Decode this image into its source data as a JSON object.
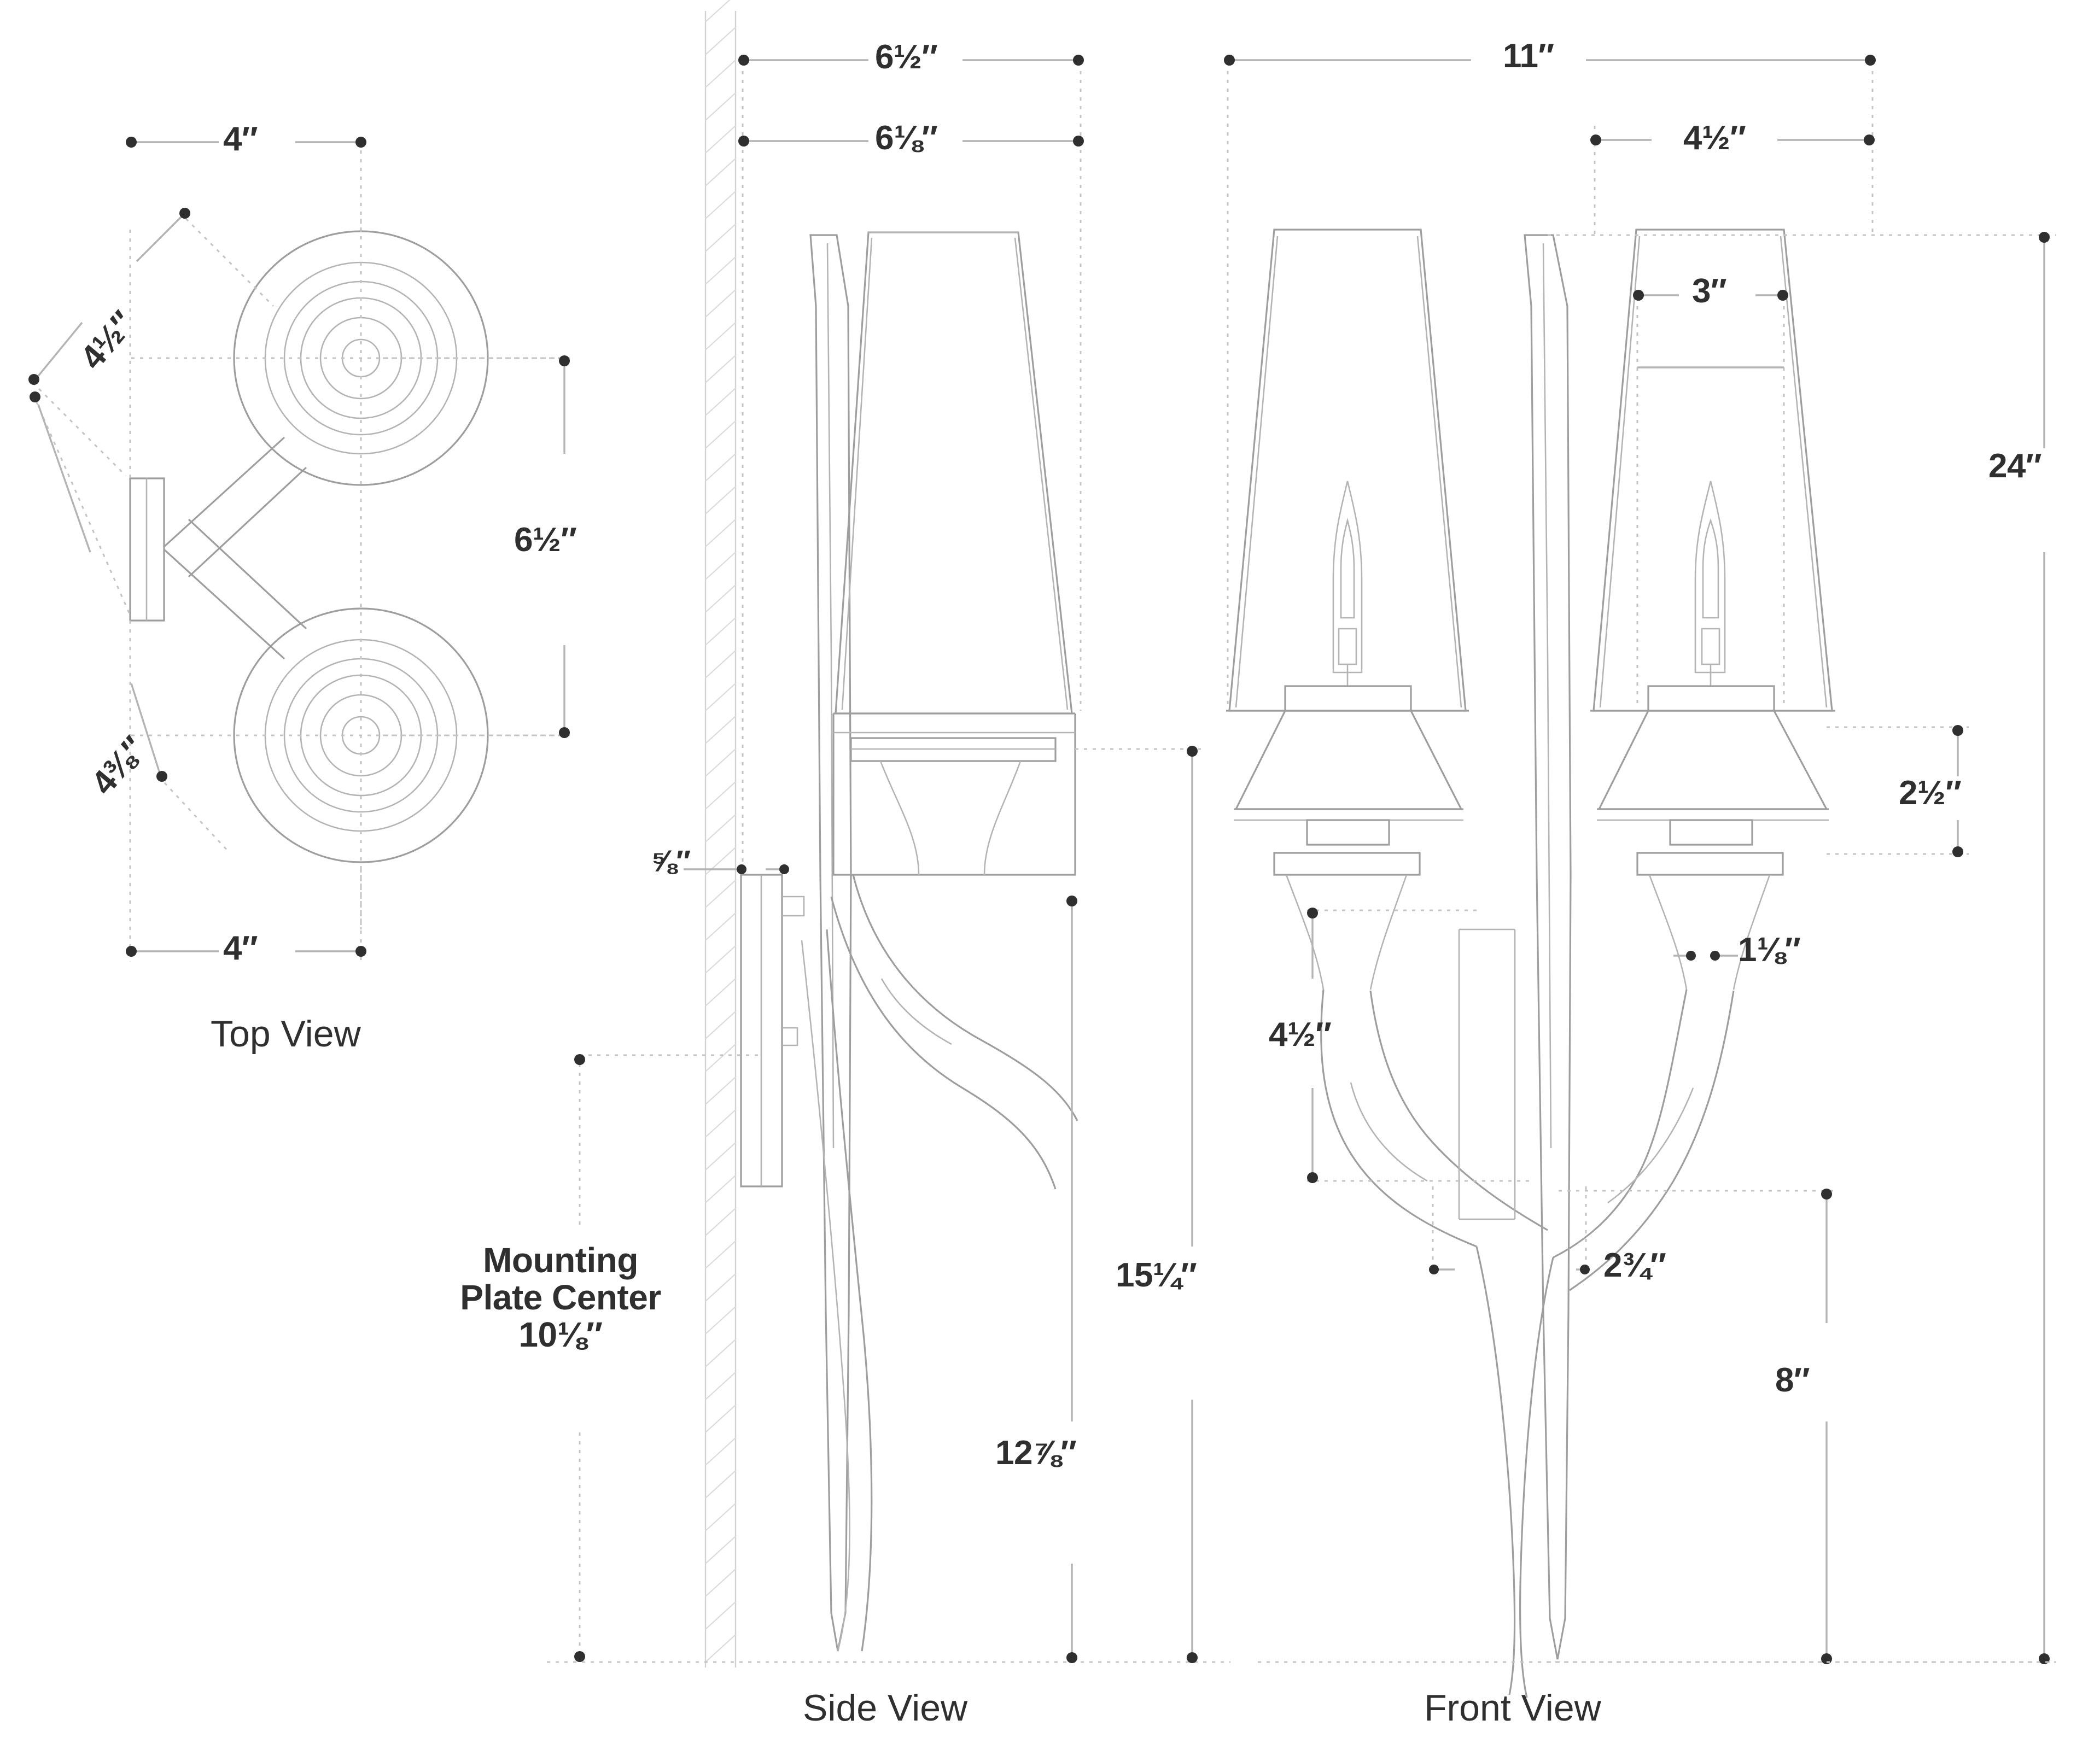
{
  "document": {
    "kind": "product-dimension-drawing",
    "subject": "two-light wall sconce",
    "units": "inches"
  },
  "views": [
    {
      "id": "top",
      "label": "Top View"
    },
    {
      "id": "side",
      "label": "Side View"
    },
    {
      "id": "front",
      "label": "Front View"
    }
  ],
  "labels": {
    "top_view": "Top View",
    "side_view": "Side View",
    "front_view": "Front View",
    "mounting_plate_center": "Mounting\nPlate Center\n10⅛″",
    "mounting_plate_center_line1": "Mounting",
    "mounting_plate_center_line2": "Plate Center",
    "mounting_plate_center_line3": "10⅛″"
  },
  "dimensions": {
    "top": [
      {
        "id": "top-width-upper",
        "text": "4″",
        "view": "top"
      },
      {
        "id": "top-diag-upper",
        "text": "4½″",
        "view": "top"
      },
      {
        "id": "top-diag-lower",
        "text": "4⅜″",
        "view": "top"
      },
      {
        "id": "top-depth",
        "text": "6½″",
        "view": "top"
      },
      {
        "id": "top-width-lower",
        "text": "4″",
        "view": "top"
      }
    ],
    "side": [
      {
        "id": "side-shade-depth-outer",
        "text": "6½″",
        "view": "side"
      },
      {
        "id": "side-shade-depth-inner",
        "text": "6⅛″",
        "view": "side"
      },
      {
        "id": "side-backplate-thk",
        "text": "⅝″",
        "view": "side"
      },
      {
        "id": "side-height-upper",
        "text": "15¼″",
        "view": "side"
      },
      {
        "id": "side-height-lower",
        "text": "12⅞″",
        "view": "side"
      }
    ],
    "front": [
      {
        "id": "front-overall-width",
        "text": "11″",
        "view": "front"
      },
      {
        "id": "front-shade-bottom",
        "text": "4½″",
        "view": "front"
      },
      {
        "id": "front-shade-top",
        "text": "3″",
        "view": "front"
      },
      {
        "id": "front-overall-height",
        "text": "24″",
        "view": "front"
      },
      {
        "id": "front-bobeche",
        "text": "2½″",
        "view": "front"
      },
      {
        "id": "front-arm-offset",
        "text": "1⅛″",
        "view": "front"
      },
      {
        "id": "front-arm-drop",
        "text": "4½″",
        "view": "front"
      },
      {
        "id": "front-stem-offset",
        "text": "2¾″",
        "view": "front"
      },
      {
        "id": "front-lower-height",
        "text": "8″",
        "view": "front"
      }
    ]
  },
  "colors": {
    "outline": "#9a9a9a",
    "outline_light": "#b8b8b8",
    "dimension_line": "#b0b0b0",
    "text": "#2f2f2f",
    "background": "#ffffff"
  }
}
